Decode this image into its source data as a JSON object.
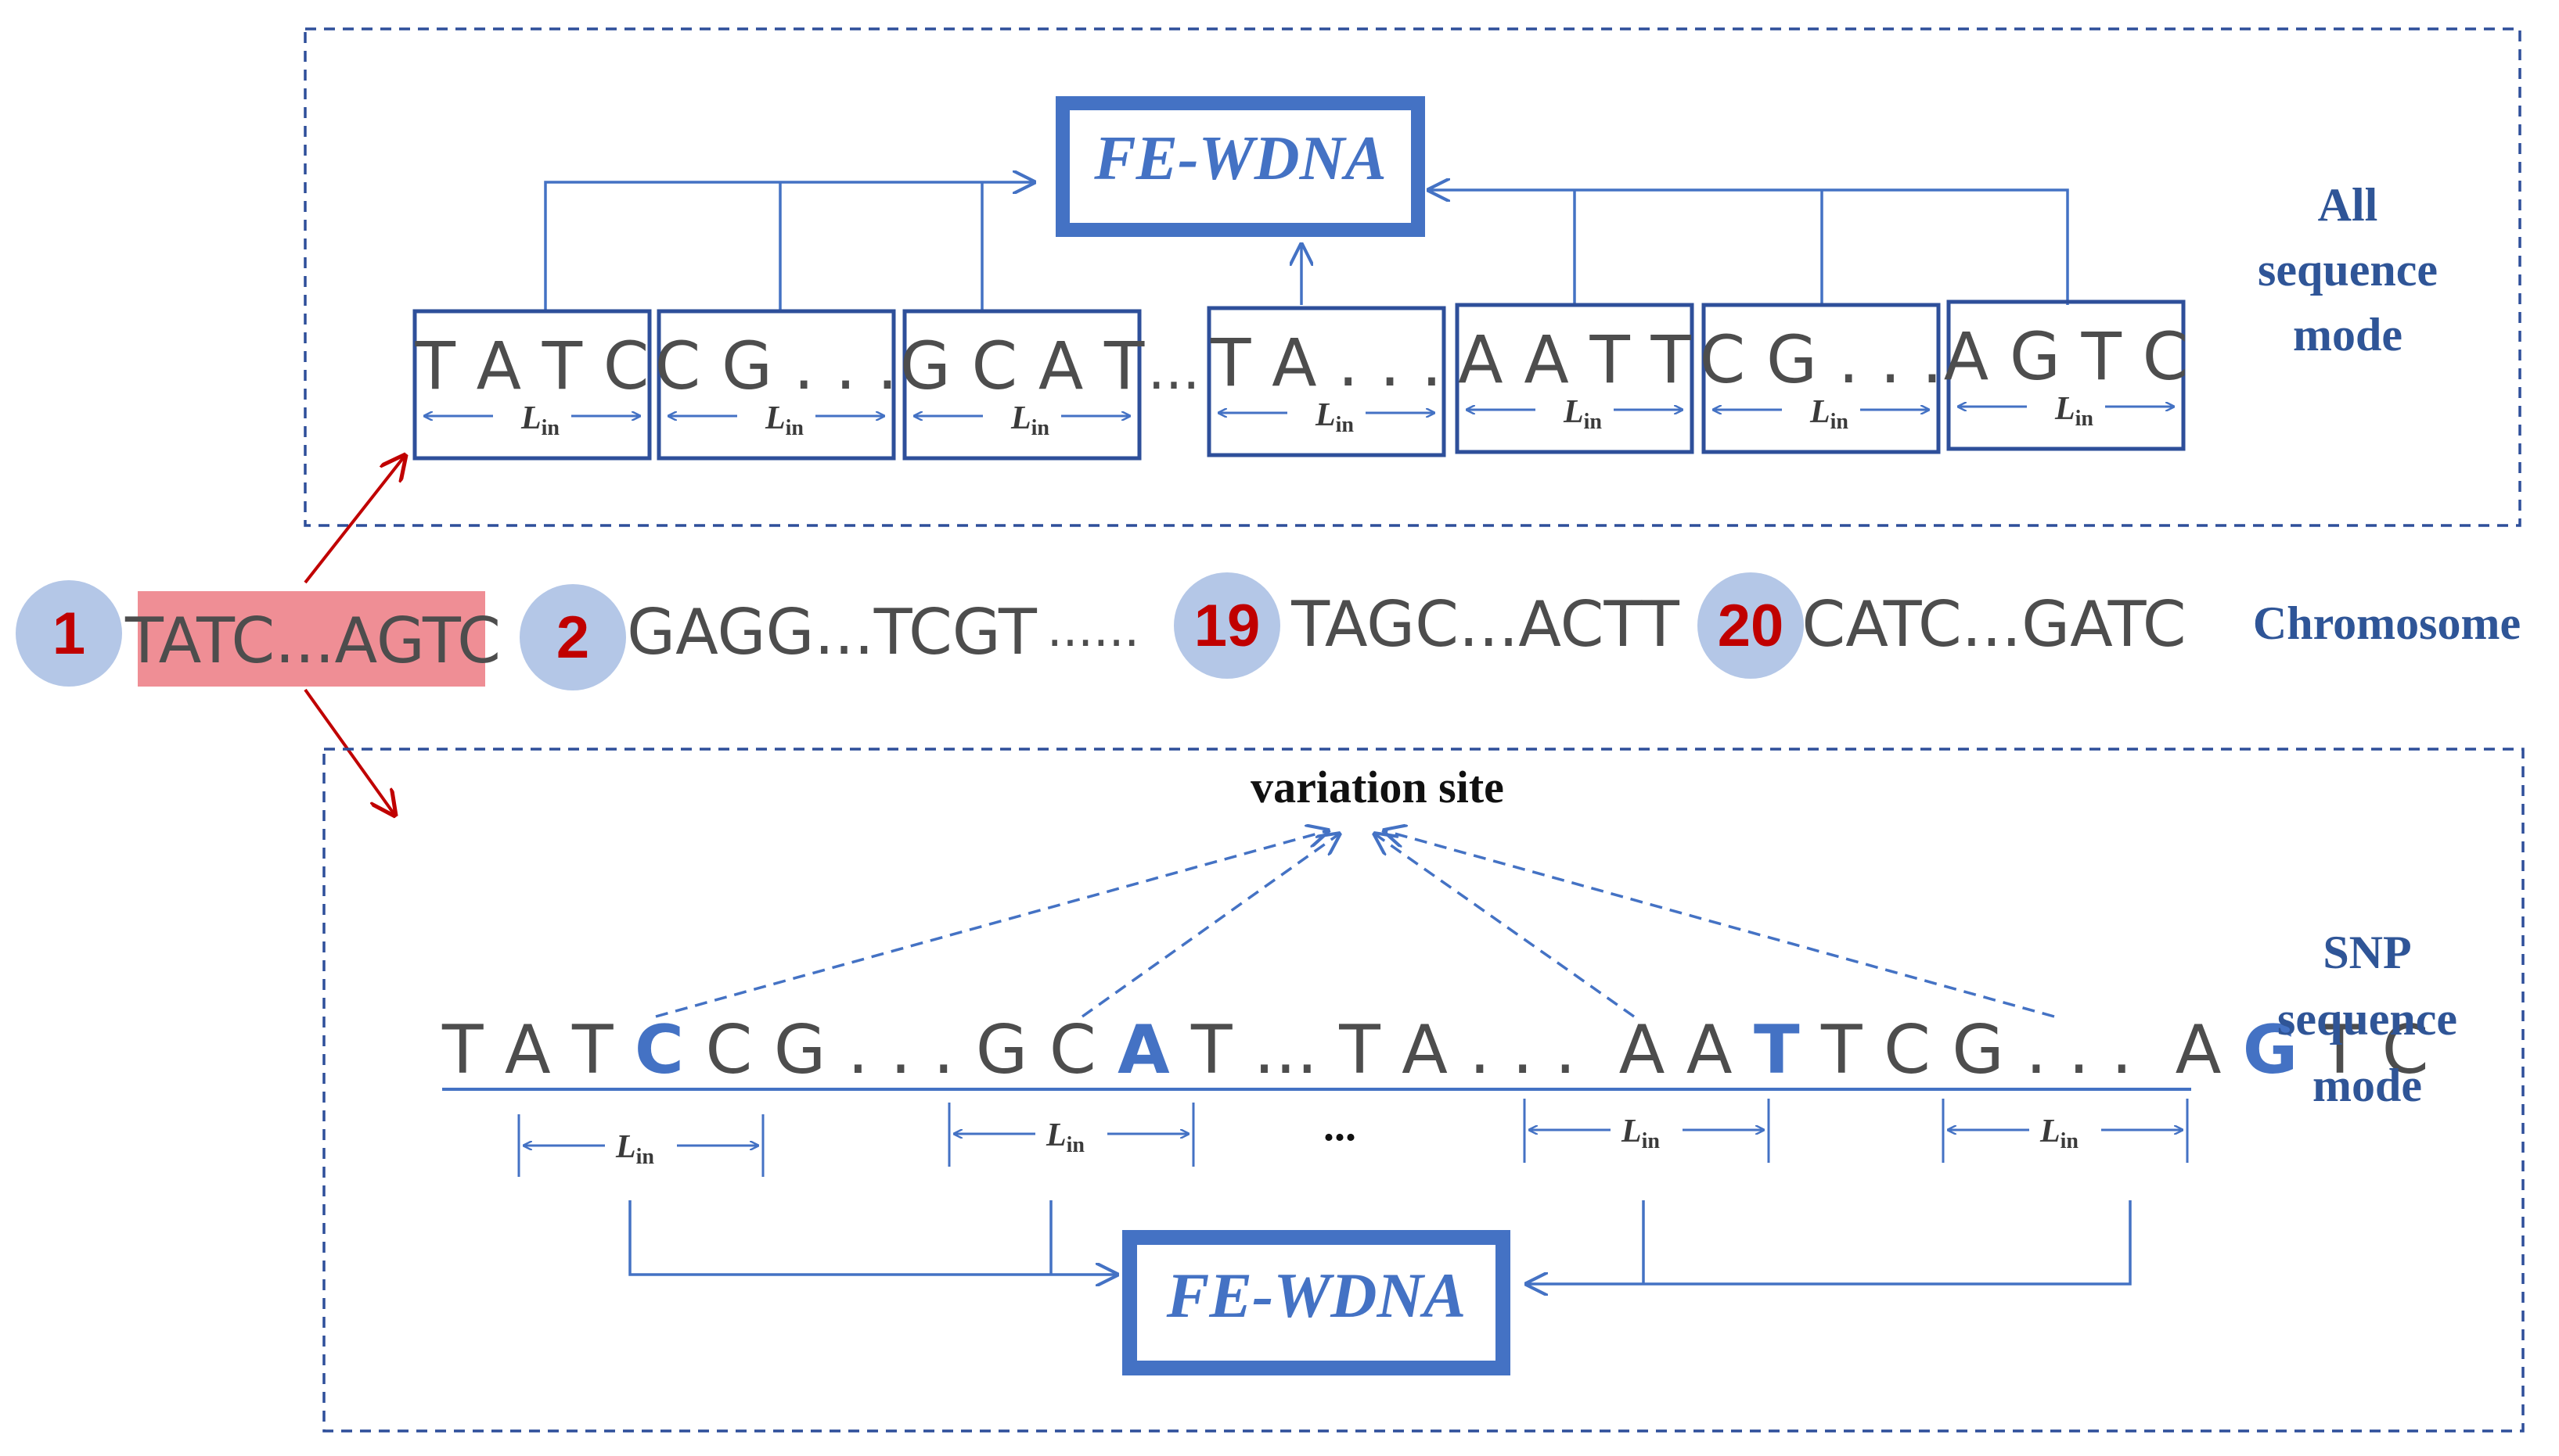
{
  "title_box": "FE-WDNA",
  "segment_label_main": "L",
  "segment_label_sub": "in",
  "top_panel": {
    "mode_label_lines": [
      "All",
      "sequence",
      "mode"
    ],
    "segments": [
      "T A T C",
      "C G . . .",
      "G C A T",
      "T A . . .",
      "A A T T",
      "C G . . .",
      "A G T C"
    ],
    "gap_ellipsis": "..."
  },
  "chromosome": {
    "label": "Chromosome",
    "items": [
      {
        "number": "1",
        "sequence": "TATC...AGTC"
      },
      {
        "number": "2",
        "sequence": "GAGG...TCGT"
      },
      {
        "number": "19",
        "sequence": "TAGC...ACTT"
      },
      {
        "number": "20",
        "sequence": "CATC...GATC"
      }
    ],
    "separator": "......"
  },
  "bottom_panel": {
    "mode_label_lines": [
      "SNP",
      "sequence",
      "mode"
    ],
    "variation_label": "variation site",
    "sequence_pieces": [
      {
        "text": "T A T ",
        "highlight": false
      },
      {
        "text": "C",
        "highlight": true
      },
      {
        "text": " C G . . . G C ",
        "highlight": false
      },
      {
        "text": "A",
        "highlight": true
      },
      {
        "text": " T ... T A . . .  A A ",
        "highlight": false
      },
      {
        "text": "T",
        "highlight": true
      },
      {
        "text": " T C G . . .  A ",
        "highlight": false
      },
      {
        "text": "G",
        "highlight": true
      },
      {
        "text": " T C",
        "highlight": false
      }
    ],
    "middle_ellipsis": "..."
  },
  "colors": {
    "blue": "#4472c4",
    "dark_blue": "#2e4f9a",
    "text_blue": "#2f5597",
    "red_number": "#c00000",
    "red_arrow": "#c00000",
    "highlight_bg": "#ef8e95",
    "circle": "#b4c7e7",
    "grey_text": "#4d4d4d"
  }
}
